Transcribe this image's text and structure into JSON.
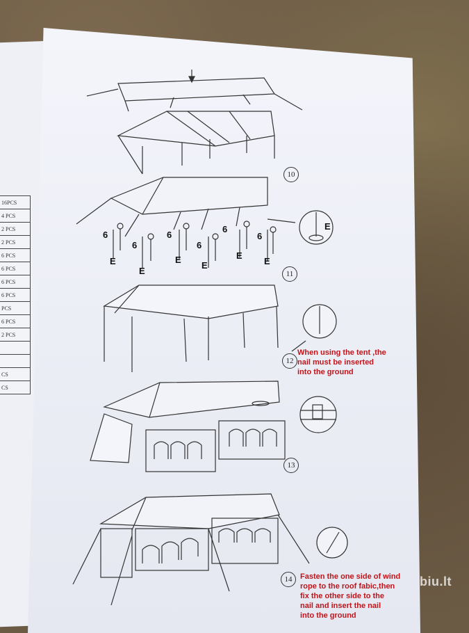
{
  "parts_table": {
    "rows": [
      "16PCS",
      "4 PCS",
      "2 PCS",
      "2 PCS",
      "6 PCS",
      "6 PCS",
      "6 PCS",
      "6 PCS",
      "PCS",
      "6 PCS",
      "2 PCS",
      "",
      "",
      "CS",
      "CS"
    ]
  },
  "steps": [
    {
      "number": "10"
    },
    {
      "number": "11"
    },
    {
      "number": "12",
      "note": [
        "When using the tent ,the",
        "nail must be inserted",
        "into the ground"
      ]
    },
    {
      "number": "13"
    },
    {
      "number": "14",
      "note": [
        "Fasten the one side of wind",
        "rope to the roof fabic,then",
        "fix the other side to the",
        "nail and insert the nail",
        "into the ground"
      ]
    }
  ],
  "diagram_labels": {
    "leg_height": "6",
    "leg_part": "E"
  },
  "watermark": "biu.lt",
  "colors": {
    "note_red": "#c0141a",
    "paper": "#eef0f6",
    "ground": "#6b5a44"
  }
}
